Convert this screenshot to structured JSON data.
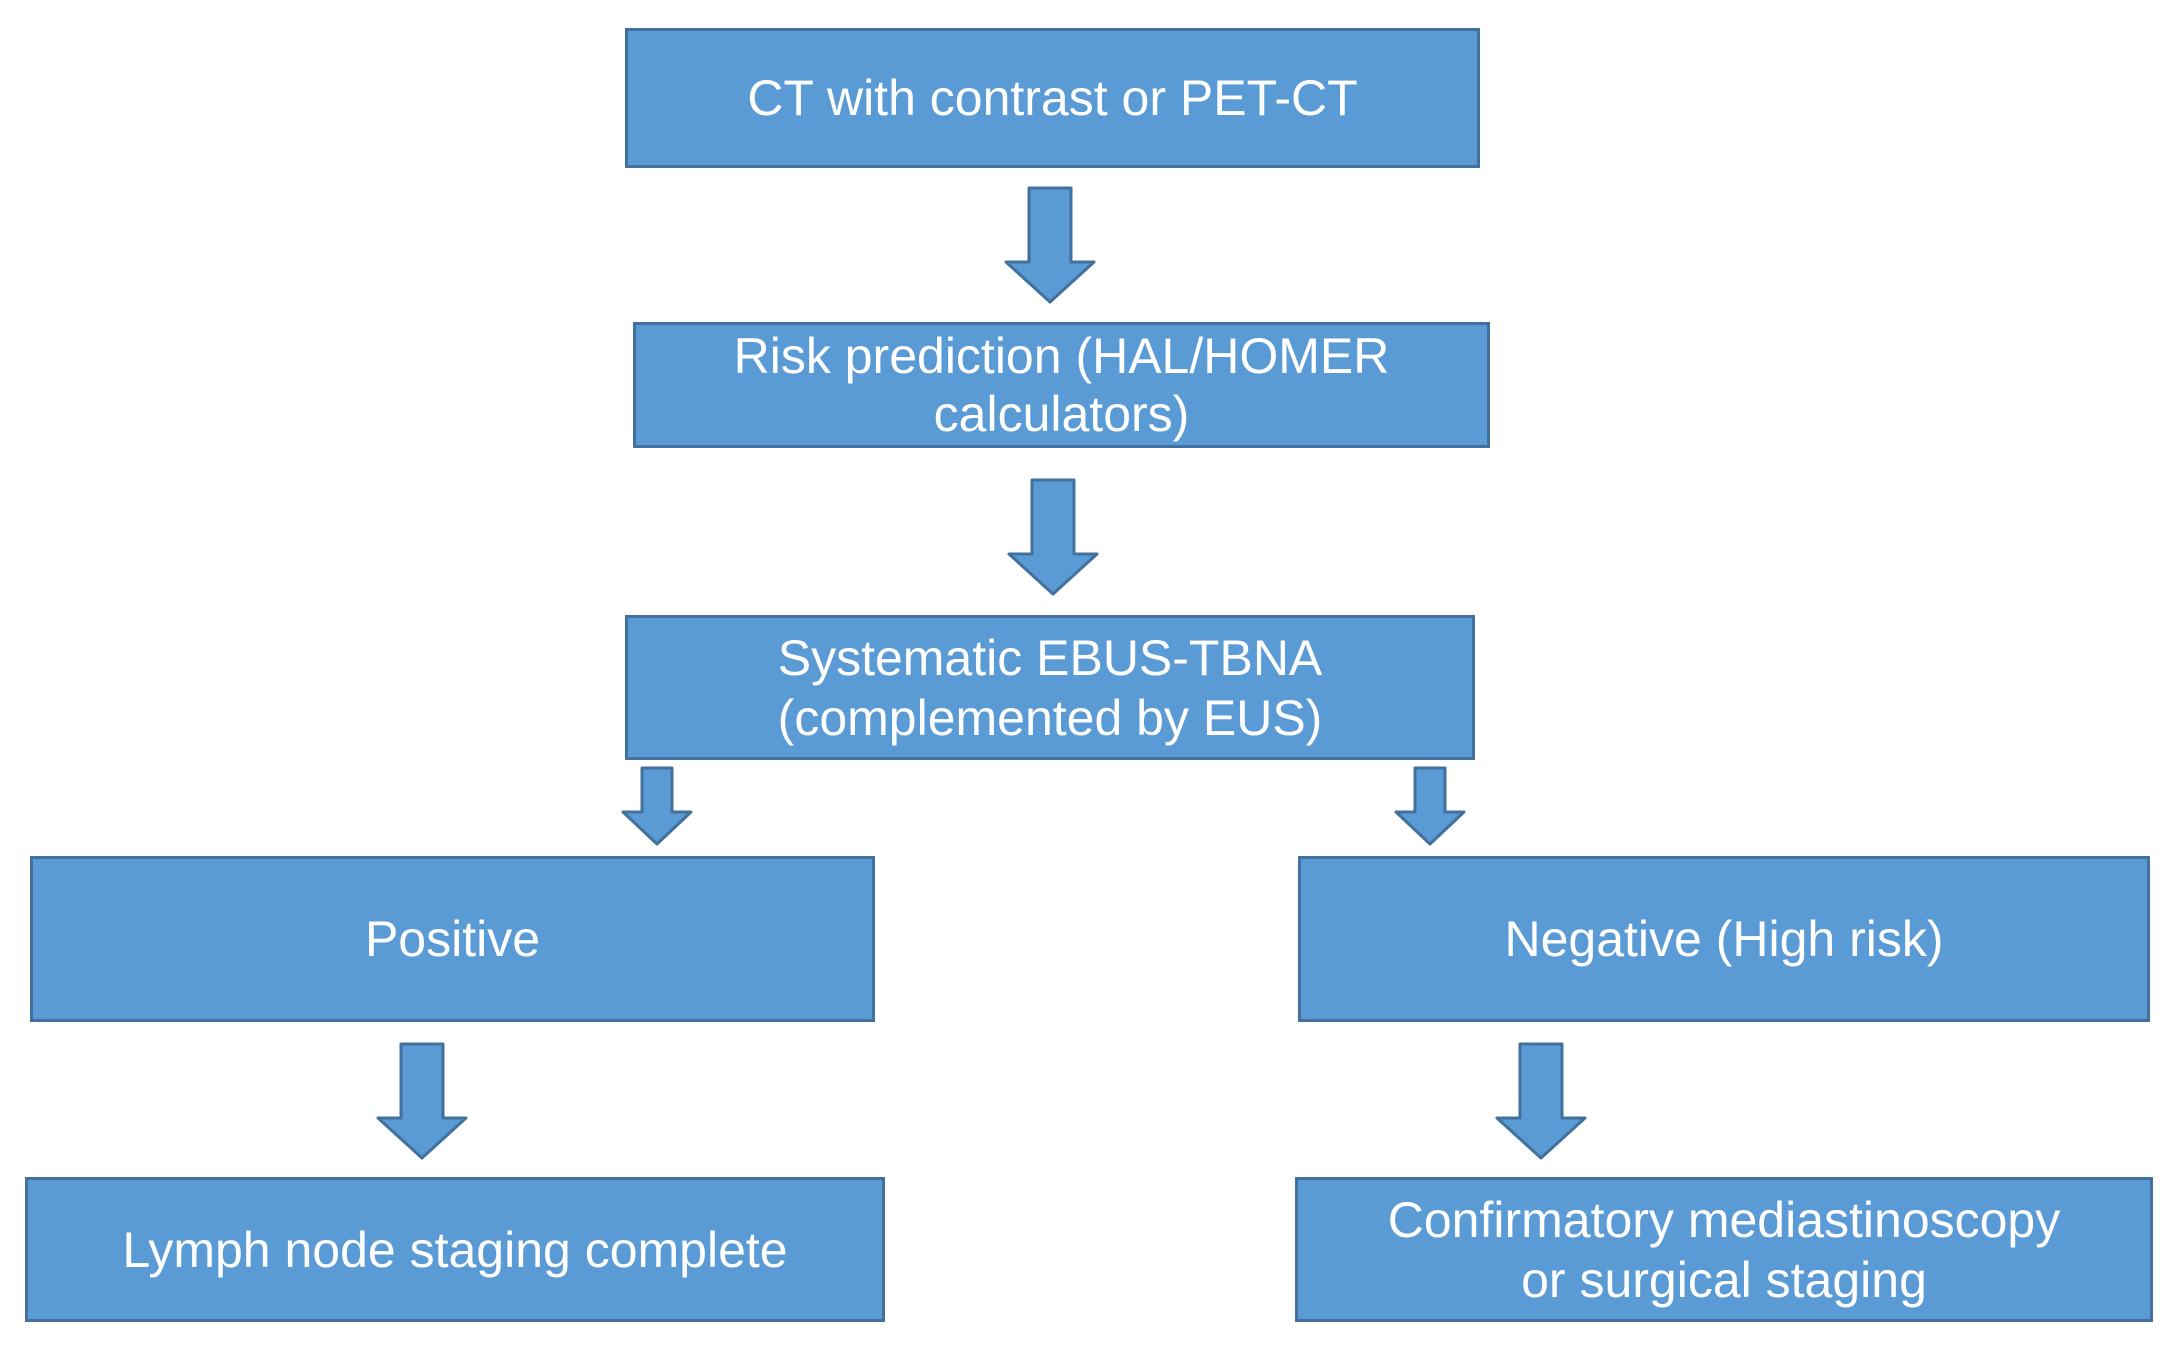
{
  "diagram": {
    "type": "flowchart",
    "colors": {
      "background": "#ffffff",
      "node_fill": "#5b9bd5",
      "node_border": "#41719c",
      "arrow_fill": "#5b9bd5",
      "arrow_border": "#41719c",
      "text": "#ffffff"
    },
    "nodes": {
      "ct": {
        "label": "CT with contrast or PET-CT"
      },
      "risk": {
        "label": "Risk prediction (HAL/HOMER\ncalculators)"
      },
      "ebus": {
        "label": "Systematic EBUS-TBNA\n(complemented by EUS)"
      },
      "positive": {
        "label": "Positive"
      },
      "negative": {
        "label": "Negative (High risk)"
      },
      "staging_complete": {
        "label": "Lymph node staging complete"
      },
      "confirmatory": {
        "label": "Confirmatory mediastinoscopy\nor surgical staging"
      }
    },
    "edges": [
      {
        "from": "ct",
        "to": "risk"
      },
      {
        "from": "risk",
        "to": "ebus"
      },
      {
        "from": "ebus",
        "to": "positive"
      },
      {
        "from": "ebus",
        "to": "negative"
      },
      {
        "from": "positive",
        "to": "staging_complete"
      },
      {
        "from": "negative",
        "to": "confirmatory"
      }
    ]
  }
}
